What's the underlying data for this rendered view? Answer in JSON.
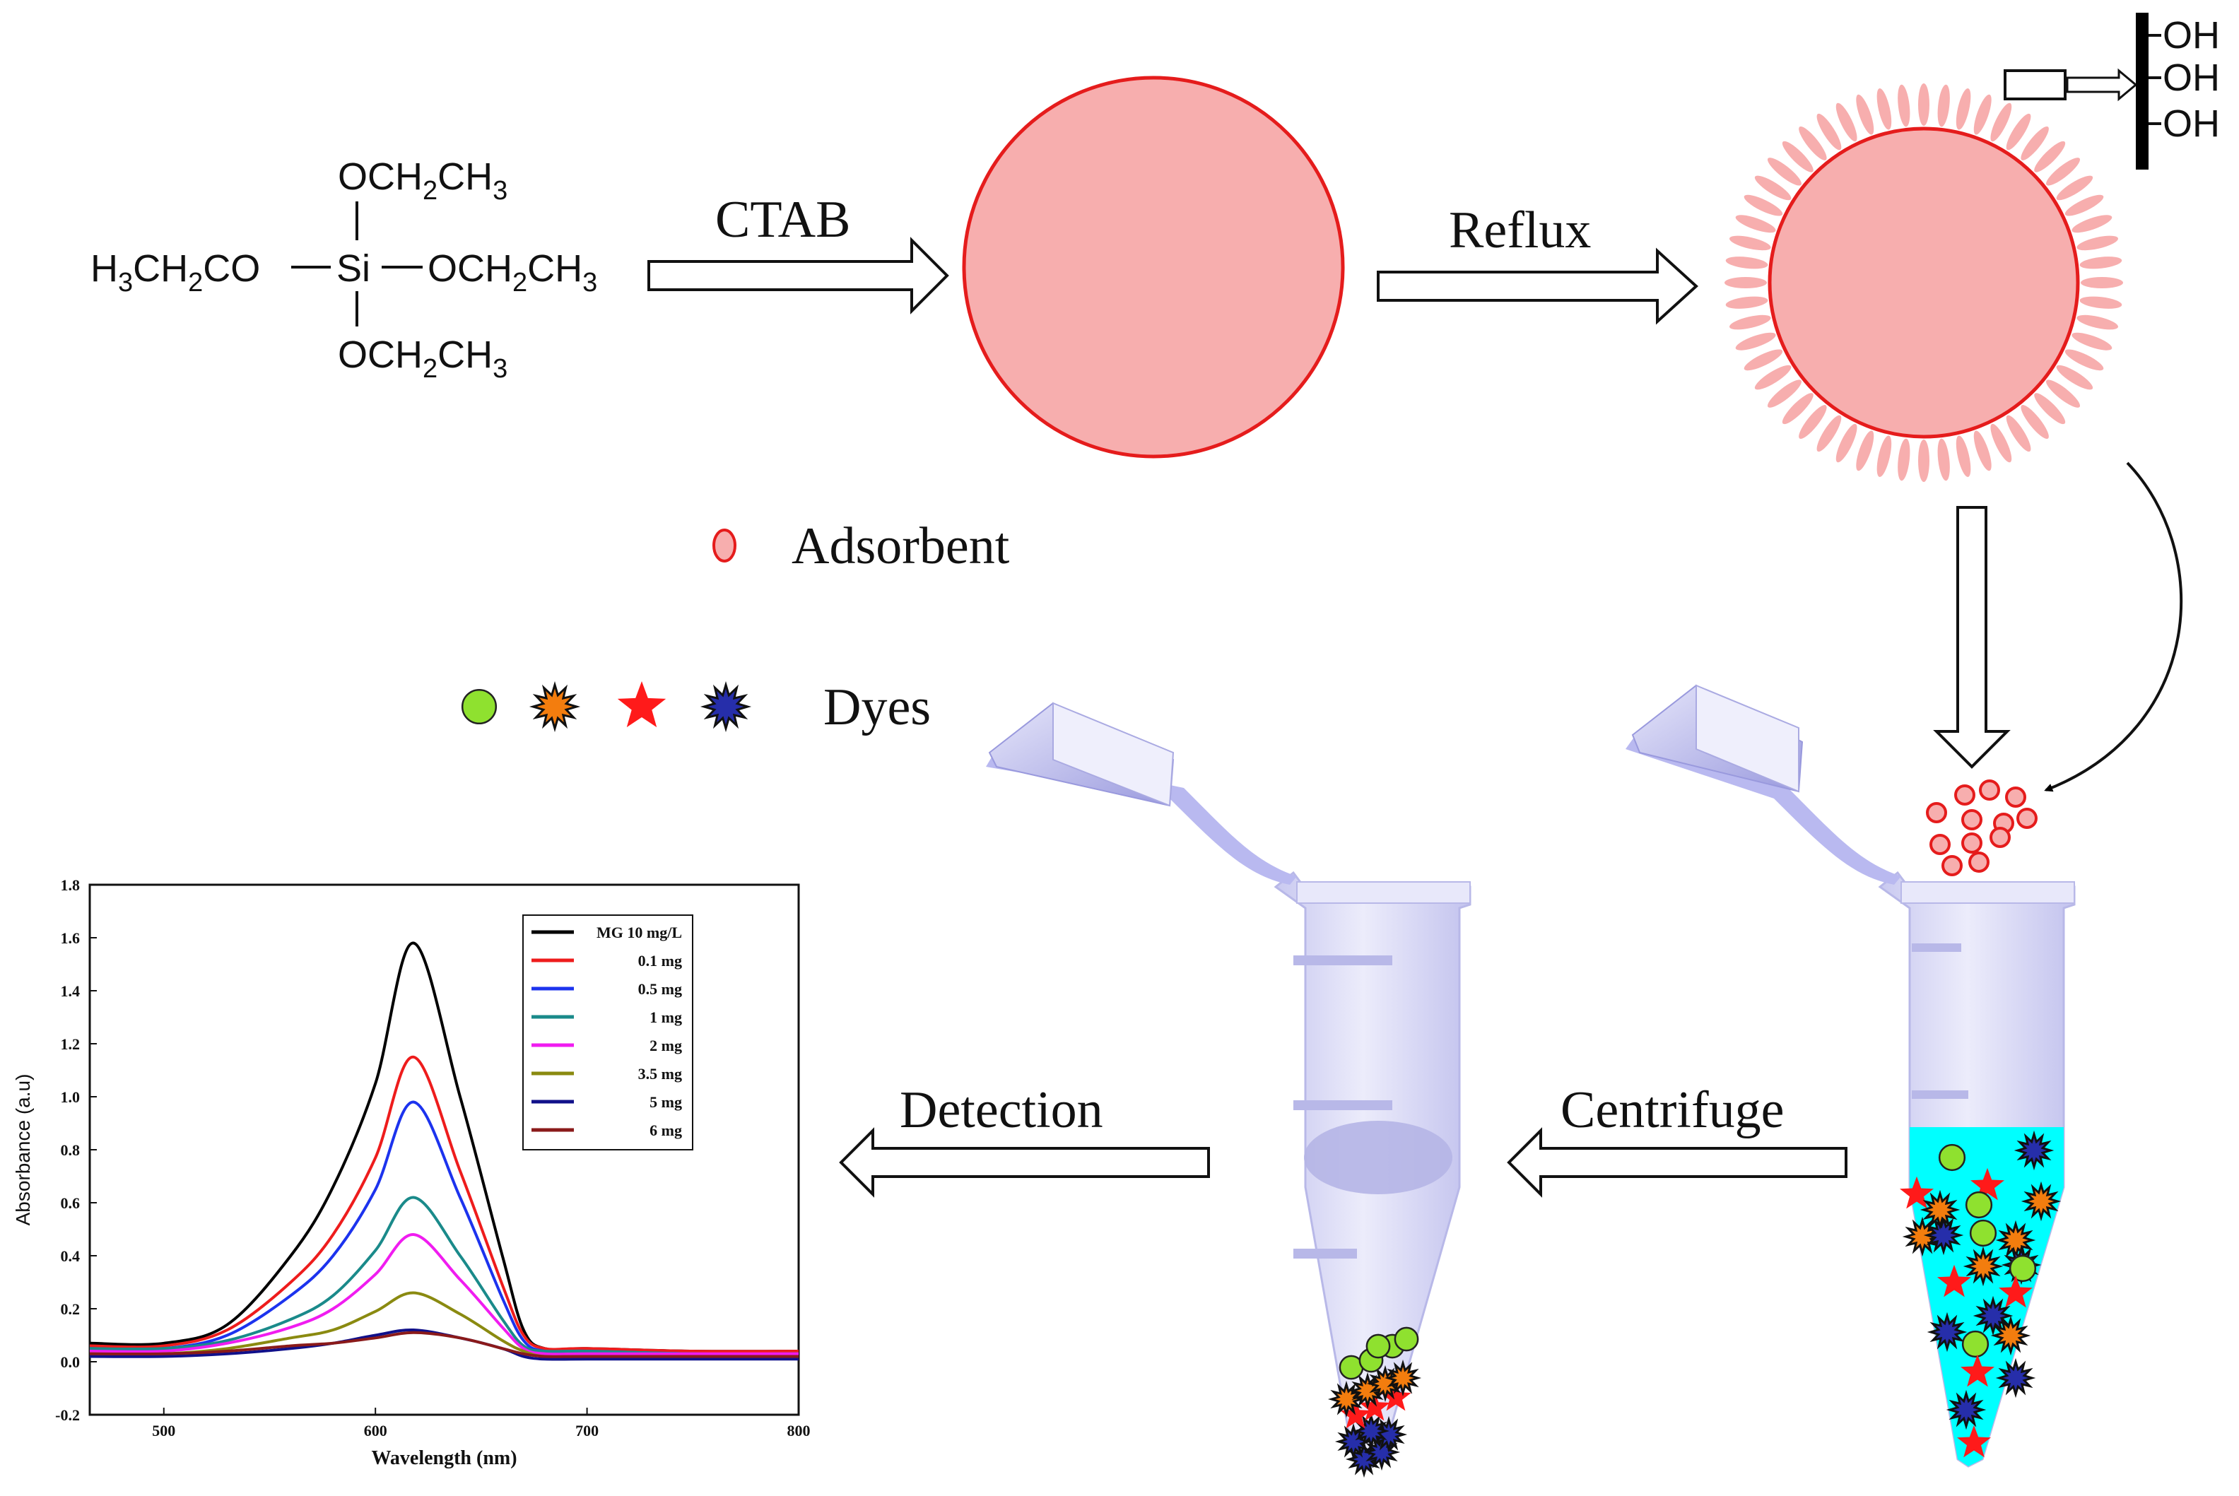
{
  "chemistry": {
    "top_group": [
      "OCH",
      "2",
      "CH",
      "3"
    ],
    "left_group": [
      "H",
      "3",
      "CH",
      "2",
      "CO"
    ],
    "center_atom": "Si",
    "right_group": [
      "OCH",
      "2",
      "CH",
      "3"
    ],
    "bottom_group": [
      "OCH",
      "2",
      "CH",
      "3"
    ],
    "hydroxyl": [
      "OH",
      "OH",
      "OH"
    ]
  },
  "steps": {
    "ctab": "CTAB",
    "reflux": "Reflux",
    "centrifuge": "Centrifuge",
    "detection": "Detection"
  },
  "legend": {
    "adsorbent": "Adsorbent",
    "dyes": "Dyes"
  },
  "colors": {
    "particle_fill": "#f7aeae",
    "particle_edge": "#e51c1c",
    "solution": "#00ffff",
    "tube": "#dcdcf6",
    "dye_green": "#8fe12f",
    "dye_orange": "#f37d0e",
    "dye_red": "#ff1a1a",
    "dye_blue": "#262eaa"
  },
  "chart_data": {
    "type": "line",
    "xlabel": "Wavelength (nm)",
    "ylabel": "Absorbance (a.u)",
    "xlim": [
      465,
      800
    ],
    "ylim": [
      -0.2,
      1.8
    ],
    "x_ticks": [
      500,
      600,
      700,
      800
    ],
    "y_ticks": [
      -0.2,
      0.0,
      0.2,
      0.4,
      0.6,
      0.8,
      1.0,
      1.2,
      1.4,
      1.6,
      1.8
    ],
    "legend_position": "top-right",
    "grid": false,
    "x": [
      465,
      500,
      530,
      560,
      580,
      600,
      618,
      640,
      660,
      670,
      680,
      700,
      750,
      800
    ],
    "series": [
      {
        "name": "MG 10 mg/L",
        "color": "#000000",
        "values": [
          0.07,
          0.07,
          0.14,
          0.4,
          0.66,
          1.05,
          1.58,
          1.0,
          0.4,
          0.12,
          0.05,
          0.05,
          0.04,
          0.04
        ]
      },
      {
        "name": "0.1 mg",
        "color": "#ee1c1c",
        "values": [
          0.06,
          0.06,
          0.12,
          0.3,
          0.48,
          0.77,
          1.15,
          0.72,
          0.29,
          0.1,
          0.05,
          0.05,
          0.04,
          0.04
        ]
      },
      {
        "name": "0.5 mg",
        "color": "#1c33ee",
        "values": [
          0.05,
          0.05,
          0.1,
          0.25,
          0.4,
          0.65,
          0.98,
          0.62,
          0.24,
          0.08,
          0.04,
          0.04,
          0.03,
          0.03
        ]
      },
      {
        "name": "1 mg",
        "color": "#1a8a8a",
        "values": [
          0.05,
          0.05,
          0.08,
          0.16,
          0.25,
          0.42,
          0.62,
          0.4,
          0.16,
          0.06,
          0.04,
          0.04,
          0.03,
          0.03
        ]
      },
      {
        "name": "2 mg",
        "color": "#f01cf0",
        "values": [
          0.04,
          0.04,
          0.07,
          0.13,
          0.2,
          0.33,
          0.48,
          0.31,
          0.13,
          0.05,
          0.03,
          0.03,
          0.03,
          0.03
        ]
      },
      {
        "name": "3.5 mg",
        "color": "#8a8a10",
        "values": [
          0.03,
          0.03,
          0.05,
          0.09,
          0.12,
          0.19,
          0.26,
          0.18,
          0.08,
          0.04,
          0.02,
          0.02,
          0.02,
          0.02
        ]
      },
      {
        "name": "5 mg",
        "color": "#10108a",
        "values": [
          0.02,
          0.02,
          0.03,
          0.05,
          0.07,
          0.1,
          0.12,
          0.09,
          0.05,
          0.02,
          0.01,
          0.01,
          0.01,
          0.01
        ]
      },
      {
        "name": "6 mg",
        "color": "#8a1a1a",
        "values": [
          0.03,
          0.03,
          0.04,
          0.06,
          0.07,
          0.09,
          0.11,
          0.09,
          0.05,
          0.03,
          0.02,
          0.02,
          0.02,
          0.02
        ]
      }
    ]
  }
}
